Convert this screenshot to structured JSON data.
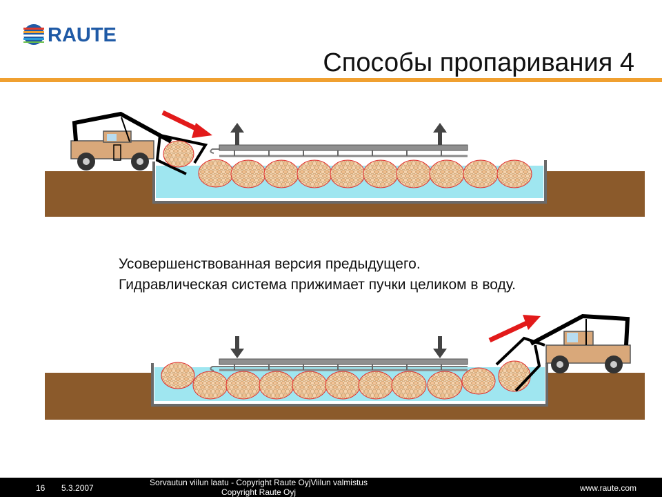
{
  "header": {
    "logo_text": "RAUTE",
    "title": "Способы пропаривания 4"
  },
  "caption": {
    "line1": "Усовершенствованная версия предыдущего.",
    "line2": "Гидравлическая система прижимает пучки целиком в воду."
  },
  "footer": {
    "page_number": "16",
    "date": "5.3.2007",
    "copyright": "Sorvautun viilun laatu - Copyright Raute OyjViilun valmistus Copyright Raute Oyj",
    "url": "www.raute.com"
  },
  "colors": {
    "accent_rule": "#f0a030",
    "brand_blue": "#1f5aa6",
    "ground": "#8b5a2b",
    "water": "#9fe6f0",
    "arrow_red": "#e21a1a",
    "log_fill": "#f2cfa6"
  },
  "icons": {
    "logo": "raute-globe-icon",
    "press_up": "arrow-up-icon",
    "press_down": "arrow-down-icon",
    "loader_motion": "red-arrow-icon"
  }
}
